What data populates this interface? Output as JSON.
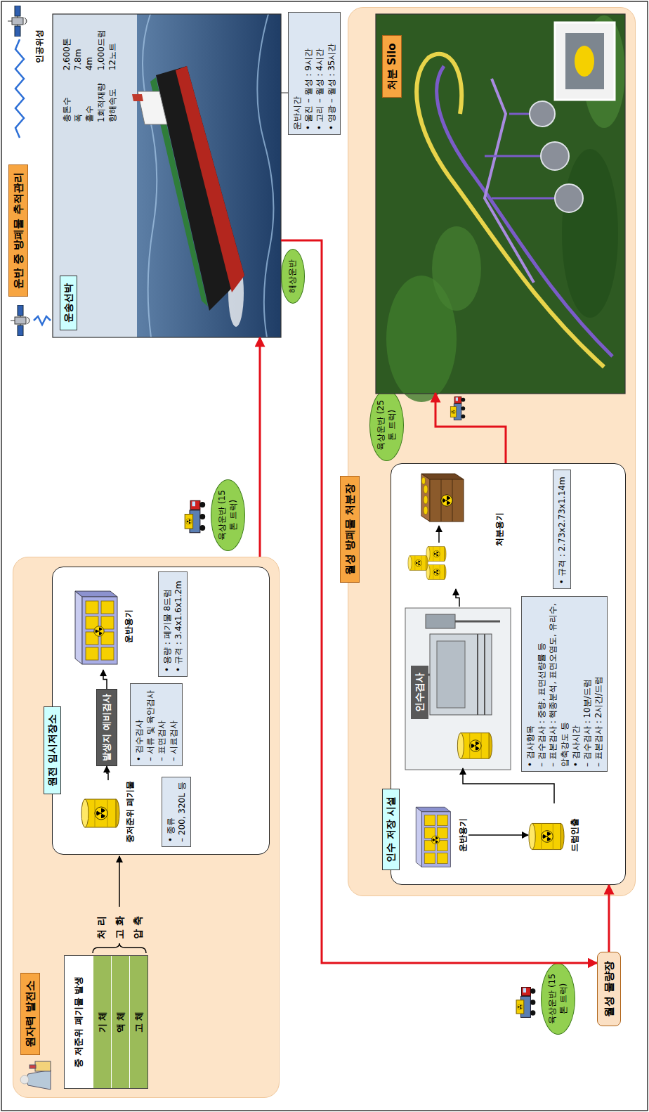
{
  "diagram": {
    "nodes": [
      {
        "text": [
          "원자력 발전소"
        ]
      },
      {
        "text": [
          "중 저준위 폐기물 발생"
        ],
        "in": 0
      },
      {
        "text": [
          "기 체"
        ],
        "in": 1
      },
      {
        "text": [
          "액 체"
        ],
        "in": 1
      },
      {
        "text": [
          "고 체"
        ],
        "in": 1
      },
      {
        "text": [
          "원전 임시저장소"
        ],
        "in": 0
      },
      {
        "text": [
          "중저준위 폐기물"
        ],
        "in": 5
      },
      {
        "text": [
          "• 종류",
          "– 200, 320L 등"
        ],
        "in": 5
      },
      {
        "text": [
          "발생지 예비검사"
        ],
        "in": 5
      },
      {
        "text": [
          "• 검수검사",
          "– 서류 및 육안검사",
          "– 표면검사",
          "– 시료검사"
        ],
        "in": 5
      },
      {
        "text": [
          "운반용기"
        ],
        "in": 5
      },
      {
        "text": [
          "• 용량 : 폐기물 8드럼",
          "• 규격 : 3.4x1.6x1.2m"
        ],
        "in": 5
      },
      {
        "text": [
          "육상운반 (15톤 트럭)"
        ]
      },
      {
        "text": [
          "운반 중 방폐물 추적관리"
        ]
      },
      {
        "text": [
          "운송선박"
        ]
      },
      {
        "text": [
          "총톤수",
          "2,600톤",
          "폭",
          "7.8m",
          "흘수",
          "4m",
          "1회적재량",
          "1,000드럼",
          "항해속도",
          "12노트"
        ],
        "in": 14
      },
      {
        "text": [
          "운반시간",
          "• 울진 – 월성 : 9시간",
          "• 고리 – 월성 : 4시간",
          "• 영광 – 월성 : 35시간"
        ]
      },
      {
        "text": [
          "해상운반"
        ]
      },
      {
        "text": [
          "월성 물량장"
        ]
      },
      {
        "text": [
          "육상운반 (15톤 트럭)"
        ]
      },
      {
        "text": [
          "월성 방폐물 처분장"
        ]
      },
      {
        "text": [
          "인수 저장 시설"
        ],
        "in": 20
      },
      {
        "text": [
          "운반용기"
        ],
        "in": 21
      },
      {
        "text": [
          "드럼인출"
        ],
        "in": 21
      },
      {
        "text": [
          "인수검사"
        ],
        "in": 21
      },
      {
        "text": [
          "• 검사항목",
          "– 검수검사 : 중량, 표면선량률 등",
          "– 표본검사 : 핵종분석, 표면오염도, 유리수, 압축강도 등",
          "• 검사시간",
          "– 검수검사 : 10분/드럼",
          "– 표본검사 : 2시간/드럼"
        ],
        "in": 21
      },
      {
        "text": [
          "처분용기"
        ],
        "in": 21
      },
      {
        "text": [
          "• 규격 : 2.73x2.73x1.14m"
        ],
        "in": 21
      },
      {
        "text": [
          "육상운반 (25톤 트럭)"
        ],
        "in": 20
      },
      {
        "text": [
          "처분 Silo"
        ],
        "in": 20
      }
    ],
    "edges": [
      {
        "from": 0,
        "to": 14,
        "arrow": "to"
      },
      {
        "from": 14,
        "to": 18,
        "arrow": "to"
      },
      {
        "from": 18,
        "to": 21,
        "arrow": "to"
      },
      {
        "from": 21,
        "to": 29,
        "arrow": "to"
      },
      {
        "from": 6,
        "to": 8,
        "arrow": "to"
      },
      {
        "from": 8,
        "to": 10,
        "arrow": "to"
      },
      {
        "from": 22,
        "to": 23,
        "arrow": "to"
      },
      {
        "from": 23,
        "to": 24,
        "arrow": "to"
      },
      {
        "from": 24,
        "to": 26,
        "arrow": "to"
      }
    ],
    "labels": [
      "인공위성",
      "처 리",
      "고 화",
      "압 축"
    ]
  }
}
